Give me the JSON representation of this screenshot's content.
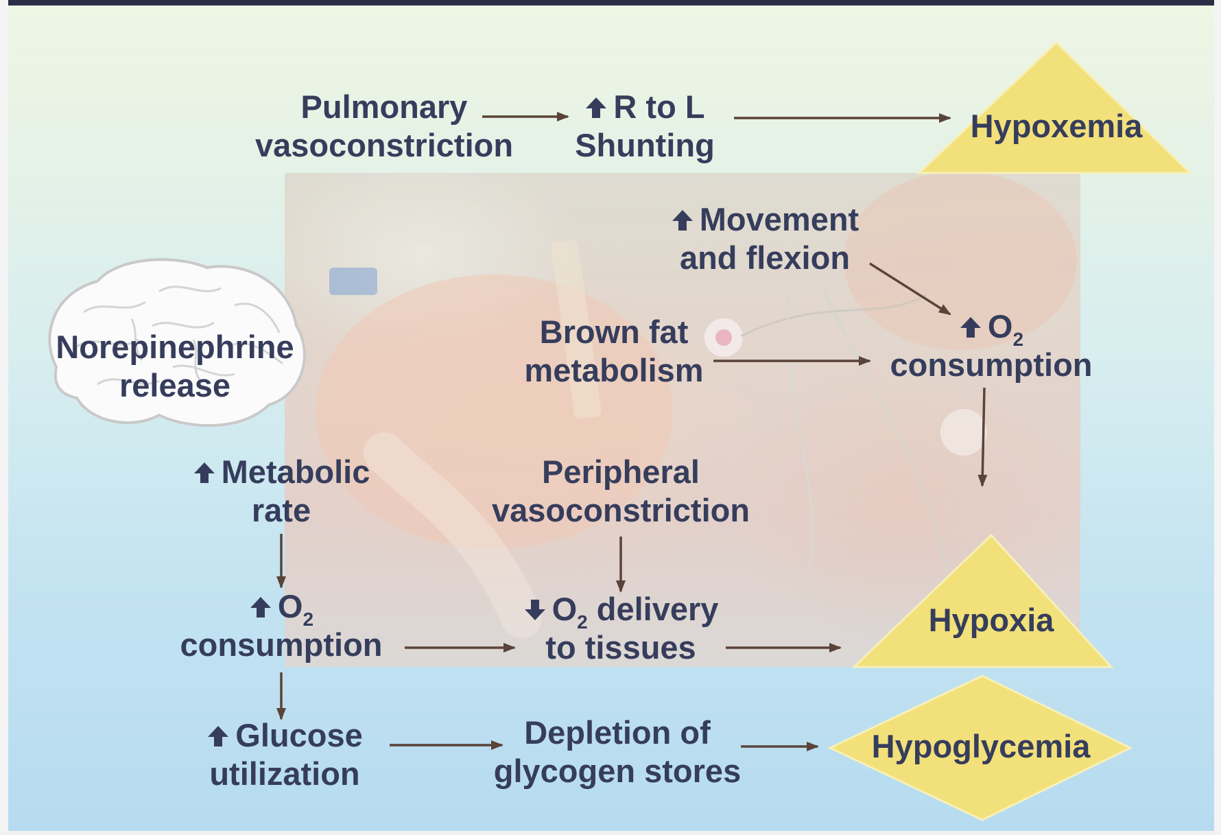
{
  "nodes": {
    "pulmonary": {
      "line1": "Pulmonary",
      "line2": "vasoconstriction"
    },
    "shunting": {
      "line1": "R to L",
      "line2": "Shunting"
    },
    "hypoxemia": "Hypoxemia",
    "movement": {
      "line1": "Movement",
      "line2": "and flexion"
    },
    "o2_consumption_right": {
      "prefix": "O",
      "sub": "2",
      "line2": "consumption"
    },
    "brown_fat": {
      "line1": "Brown fat",
      "line2": "metabolism"
    },
    "norepinephrine": {
      "line1": "Norepinephrine",
      "line2": "release"
    },
    "metabolic_rate": {
      "line1": "Metabolic",
      "line2": "rate"
    },
    "peripheral": {
      "line1": "Peripheral",
      "line2": "vasoconstriction"
    },
    "o2_consumption_left": {
      "prefix": "O",
      "sub": "2",
      "line2": "consumption"
    },
    "o2_delivery": {
      "prefix": "O",
      "sub": "2",
      "suffix": " delivery",
      "line2": "to tissues"
    },
    "hypoxia": "Hypoxia",
    "glucose": {
      "line1": "Glucose",
      "line2": "utilization"
    },
    "depletion": {
      "line1": "Depletion of",
      "line2": "glycogen stores"
    },
    "hypoglycemia": "Hypoglycemia"
  },
  "colors": {
    "text": "#363d5c",
    "arrow": "#5a4338",
    "outcome_fill": "#f2e07a",
    "outcome_edge": "#f7f0b8"
  },
  "icons": {
    "increase": "up-arrow-icon",
    "decrease": "down-arrow-icon"
  }
}
